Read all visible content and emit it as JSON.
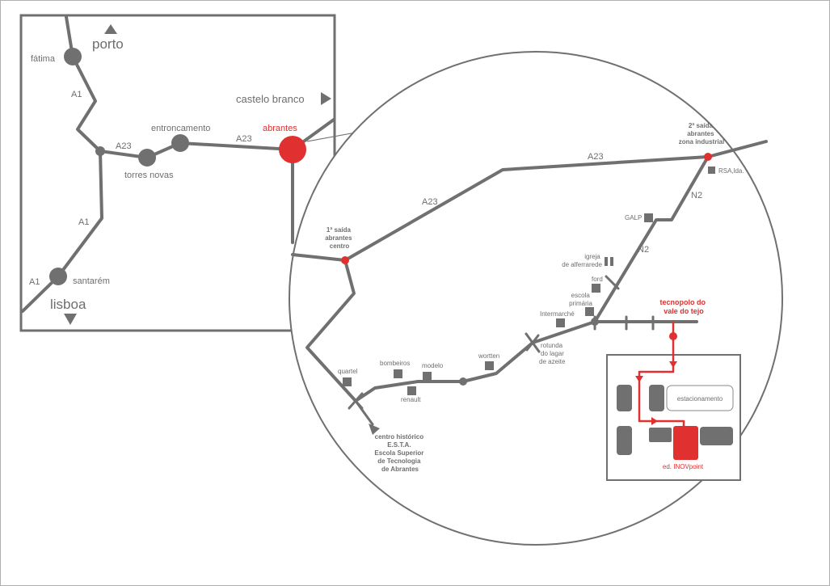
{
  "colors": {
    "road": "#707070",
    "accent": "#e03030",
    "text": "#6e6e6e",
    "frame": "#b0b0b0"
  },
  "inset": {
    "cities": {
      "porto": "porto",
      "fatima": "fátima",
      "castelo_branco": "castelo branco",
      "entroncamento": "entroncamento",
      "abrantes": "abrantes",
      "torres_novas": "torres novas",
      "santarem": "santarém",
      "lisboa": "lisboa"
    },
    "roads": {
      "a1_top": "A1",
      "a1_mid": "A1",
      "a1_bottom": "A1",
      "a23_left": "A23",
      "a23_right": "A23"
    }
  },
  "detail": {
    "roads": {
      "a23_top": "A23",
      "a23_left": "A23",
      "n2_upper": "N2",
      "n2_lower": "N2"
    },
    "exit2": [
      "2ª saída",
      "abrantes",
      "zona industrial"
    ],
    "exit1": [
      "1ª saída",
      "abrantes",
      "centro"
    ],
    "landmarks": {
      "rsa": "RSA,lda.",
      "galp": "GALP",
      "igreja": [
        "igreja",
        "de alferrarede"
      ],
      "ford": "ford",
      "escola": [
        "escola",
        "primária"
      ],
      "intermarche": "Intermarché",
      "rotunda": [
        "rotunda",
        "do lagar",
        "de azeite"
      ],
      "wortten": "wortten",
      "modelo": "modelo",
      "bombeiros": "bombeiros",
      "renault": "renault",
      "quartel": "quartel"
    },
    "centro_historico": [
      "centro histórico",
      "E.S.T.A.",
      "Escola Superior",
      "de Tecnologia",
      "de Abrantes"
    ],
    "tecnopolo": [
      "tecnopolo do",
      "vale do tejo"
    ],
    "site": {
      "parking": "estacionamento",
      "building": "ed. INOVpoint"
    }
  }
}
